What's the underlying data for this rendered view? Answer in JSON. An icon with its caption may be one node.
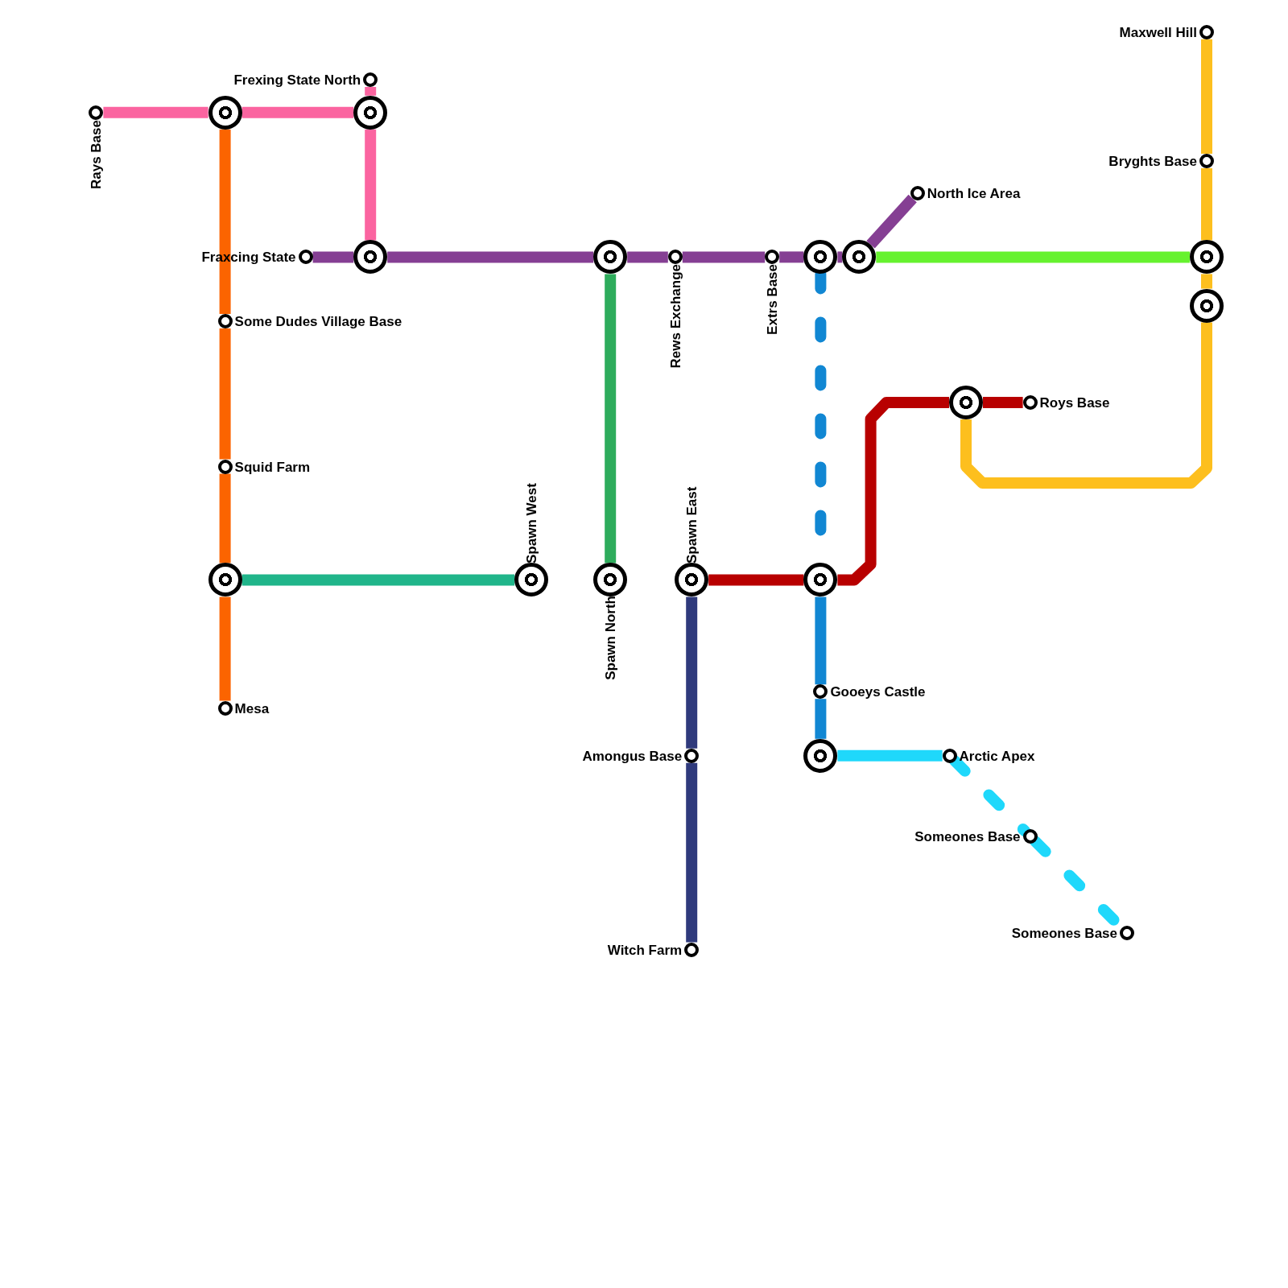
{
  "diagram": {
    "nodes": [
      {
        "text": [
          "Rays Base"
        ]
      },
      {
        "text": [],
        "shape": "circle"
      },
      {
        "text": [
          "Frexing State North"
        ]
      },
      {
        "text": [],
        "shape": "circle"
      },
      {
        "text": [
          "Fraxcing State"
        ]
      },
      {
        "text": [],
        "shape": "circle"
      },
      {
        "text": [
          "Some Dudes Village Base"
        ]
      },
      {
        "text": [
          "Squid Farm"
        ]
      },
      {
        "text": [],
        "shape": "circle"
      },
      {
        "text": [
          "Mesa"
        ]
      },
      {
        "text": [
          "Spawn West"
        ]
      },
      {
        "text": [],
        "shape": "circle"
      },
      {
        "text": [
          "Spawn North"
        ]
      },
      {
        "text": [
          "Rews Exchange"
        ]
      },
      {
        "text": [
          "Extrs Base"
        ]
      },
      {
        "text": [],
        "shape": "circle"
      },
      {
        "text": [],
        "shape": "circle"
      },
      {
        "text": [
          "North Ice Area"
        ]
      },
      {
        "text": [
          "Maxwell Hill"
        ]
      },
      {
        "text": [
          "Bryghts Base"
        ]
      },
      {
        "text": [],
        "shape": "circle"
      },
      {
        "text": [],
        "shape": "circle"
      },
      {
        "text": [
          "Spawn East"
        ]
      },
      {
        "text": [],
        "shape": "circle"
      },
      {
        "text": [],
        "shape": "circle"
      },
      {
        "text": [
          "Roys Base"
        ]
      },
      {
        "text": [
          "Gooeys Castle"
        ]
      },
      {
        "text": [
          "Amongus Base"
        ]
      },
      {
        "text": [
          "Witch Farm"
        ]
      },
      {
        "text": [],
        "shape": "circle"
      },
      {
        "text": [
          "Arctic Apex"
        ]
      },
      {
        "text": [
          "Someones Base"
        ]
      },
      {
        "text": [
          "Someones Base"
        ]
      }
    ],
    "edges": [
      {
        "from": 0,
        "to": 1,
        "arrow": "none",
        "color": "#fb64a0"
      },
      {
        "from": 1,
        "to": 3,
        "arrow": "none",
        "color": "#fb64a0"
      },
      {
        "from": 2,
        "to": 3,
        "arrow": "none",
        "color": "#fb64a0"
      },
      {
        "from": 3,
        "to": 5,
        "arrow": "none",
        "color": "#fb64a0"
      },
      {
        "from": 1,
        "to": 6,
        "arrow": "none",
        "color": "#fb6400"
      },
      {
        "from": 6,
        "to": 7,
        "arrow": "none",
        "color": "#fb6400"
      },
      {
        "from": 7,
        "to": 8,
        "arrow": "none",
        "color": "#fb6400"
      },
      {
        "from": 8,
        "to": 9,
        "arrow": "none",
        "color": "#fb6400"
      },
      {
        "from": 8,
        "to": 10,
        "arrow": "none",
        "color": "#20b58a"
      },
      {
        "from": 4,
        "to": 5,
        "arrow": "none",
        "color": "#853f93"
      },
      {
        "from": 5,
        "to": 11,
        "arrow": "none",
        "color": "#853f93"
      },
      {
        "from": 11,
        "to": 13,
        "arrow": "none",
        "color": "#853f93"
      },
      {
        "from": 13,
        "to": 14,
        "arrow": "none",
        "color": "#853f93"
      },
      {
        "from": 14,
        "to": 15,
        "arrow": "none",
        "color": "#853f93"
      },
      {
        "from": 15,
        "to": 16,
        "arrow": "none",
        "color": "#853f93"
      },
      {
        "from": 16,
        "to": 17,
        "arrow": "none",
        "color": "#853f93"
      },
      {
        "from": 11,
        "to": 12,
        "arrow": "none",
        "color": "#2eac5c"
      },
      {
        "from": 16,
        "to": 20,
        "arrow": "none",
        "color": "#66f22e"
      },
      {
        "from": 15,
        "to": 23,
        "arrow": "none",
        "style": "dashed",
        "color": "#1187d3"
      },
      {
        "from": 23,
        "to": 26,
        "arrow": "none",
        "color": "#1187d3"
      },
      {
        "from": 26,
        "to": 29,
        "arrow": "none",
        "color": "#1187d3"
      },
      {
        "from": 22,
        "to": 23,
        "arrow": "none",
        "color": "#b80000"
      },
      {
        "from": 23,
        "to": 24,
        "arrow": "none",
        "color": "#b80000"
      },
      {
        "from": 24,
        "to": 25,
        "arrow": "none",
        "color": "#b80000"
      },
      {
        "from": 18,
        "to": 19,
        "arrow": "none",
        "color": "#fdbf1e"
      },
      {
        "from": 19,
        "to": 20,
        "arrow": "none",
        "color": "#fdbf1e"
      },
      {
        "from": 20,
        "to": 21,
        "arrow": "none",
        "color": "#fdbf1e"
      },
      {
        "from": 21,
        "to": 24,
        "arrow": "none",
        "color": "#fdbf1e"
      },
      {
        "from": 22,
        "to": 27,
        "arrow": "none",
        "color": "#2f3a7c"
      },
      {
        "from": 27,
        "to": 28,
        "arrow": "none",
        "color": "#2f3a7c"
      },
      {
        "from": 29,
        "to": 30,
        "arrow": "none",
        "color": "#1fd8fb"
      },
      {
        "from": 30,
        "to": 31,
        "arrow": "none",
        "style": "dashed",
        "color": "#1fd8fb"
      },
      {
        "from": 31,
        "to": 32,
        "arrow": "none",
        "style": "dashed",
        "color": "#1fd8fb"
      }
    ]
  }
}
